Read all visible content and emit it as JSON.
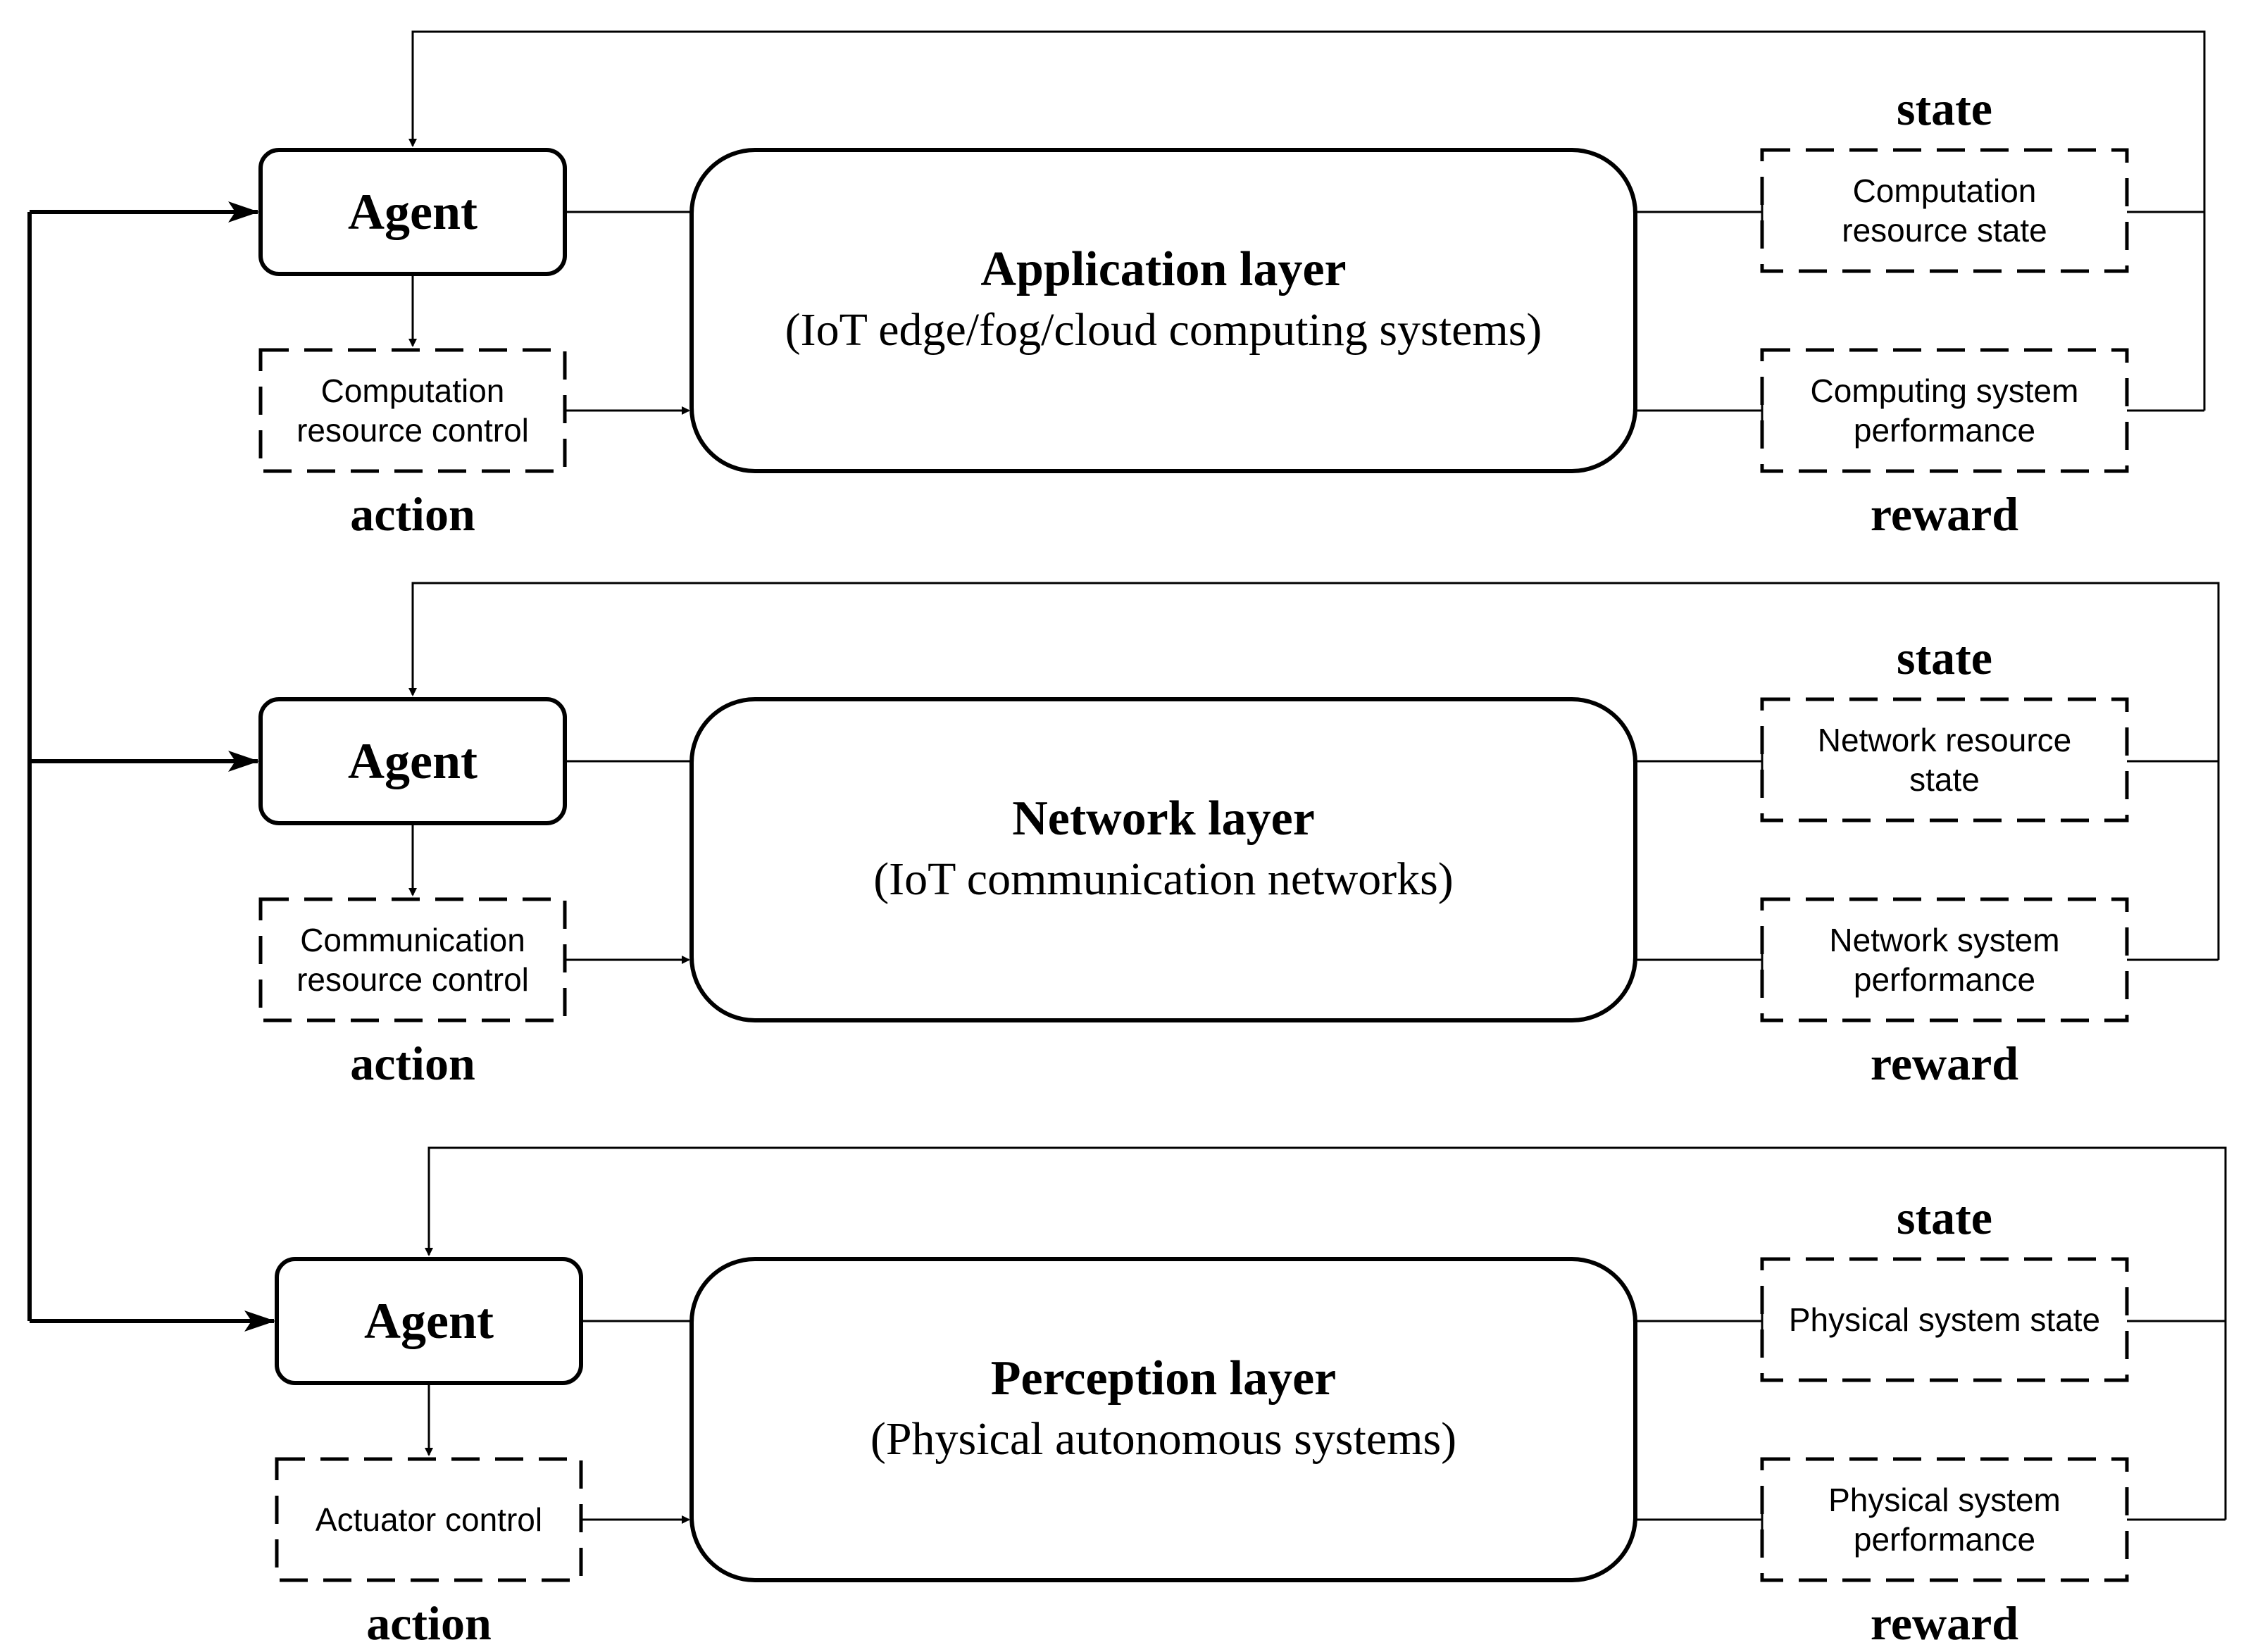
{
  "layers": [
    {
      "agent": "Agent",
      "action_box": [
        "Computation",
        "resource control"
      ],
      "action_label": "action",
      "title": "Application layer",
      "subtitle": "(IoT edge/fog/cloud computing systems)",
      "state_label": "state",
      "state_box": [
        "Computation",
        "resource state"
      ],
      "reward_box": [
        "Computing system",
        "performance"
      ],
      "reward_label": "reward"
    },
    {
      "agent": "Agent",
      "action_box": [
        "Communication",
        "resource control"
      ],
      "action_label": "action",
      "title": "Network layer",
      "subtitle": "(IoT communication networks)",
      "state_label": "state",
      "state_box": [
        "Network resource",
        "state"
      ],
      "reward_box": [
        "Network system",
        "performance"
      ],
      "reward_label": "reward"
    },
    {
      "agent": "Agent",
      "action_box": [
        "Actuator control"
      ],
      "action_label": "action",
      "title": "Perception layer",
      "subtitle": "(Physical autonomous systems)",
      "state_label": "state",
      "state_box": [
        "Physical system state"
      ],
      "reward_box": [
        "Physical system",
        "performance"
      ],
      "reward_label": "reward"
    }
  ]
}
